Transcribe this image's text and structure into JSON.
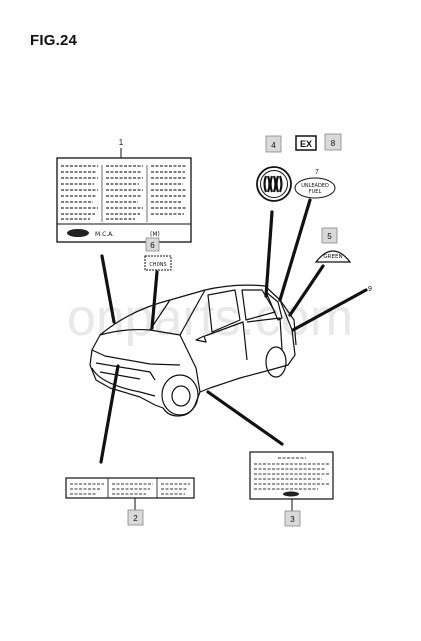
{
  "figure": {
    "title": "FIG.24",
    "watermark": "onparts.com"
  },
  "callouts": {
    "c1": "1",
    "c2": "2",
    "c3": "3",
    "c4": "4",
    "c5": "5",
    "c6": "6",
    "c7": "7",
    "c8": "8",
    "c9": "9"
  },
  "labels": {
    "ex_label": "EX",
    "unleaded_line1": "UNLEADED",
    "unleaded_line2": "FUEL",
    "green_label": "GREEN",
    "label1_footer_code": "(M)",
    "label1_footer_brand": "M.C.A.",
    "label6_text": "CH0NS"
  },
  "colors": {
    "line": "#111111",
    "callout_box_fill": "#d9d9d9",
    "callout_box_stroke": "#888888",
    "watermark": "#e6e6e6"
  }
}
